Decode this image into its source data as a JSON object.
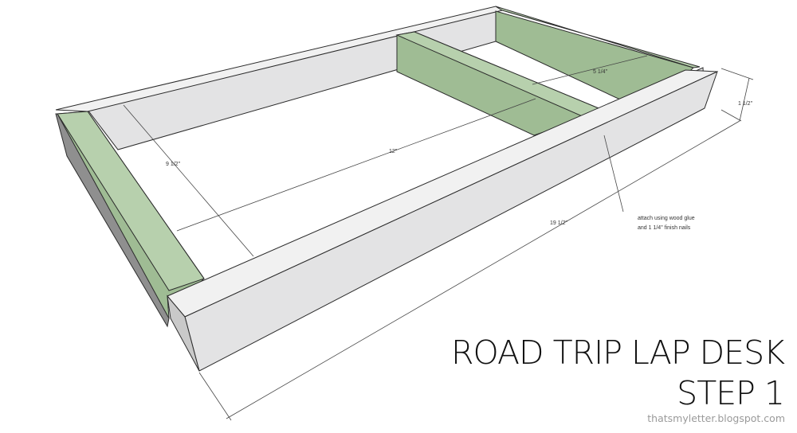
{
  "colors": {
    "wood_top": "#f1f1f1",
    "wood_face": "#e3e3e4",
    "wood_dark": "#9f9f9f",
    "green_board": "#9fbc94",
    "green_top": "#b7d0ad",
    "line": "#2b2b2b",
    "dim_line": "#444444"
  },
  "dimensions": {
    "width_in": "9 1/2\"",
    "inner_length": "12\"",
    "divider_gap": "5 1/4\"",
    "height": "1 1/2\"",
    "total_length": "19 1/2\""
  },
  "note": {
    "line1": "attach using wood glue",
    "line2": "and 1 1/4\" finish nails"
  },
  "title": {
    "line1": "ROAD TRIP LAP DESK",
    "line2": "STEP 1"
  },
  "credit": "thatsmyletter.blogspot.com"
}
